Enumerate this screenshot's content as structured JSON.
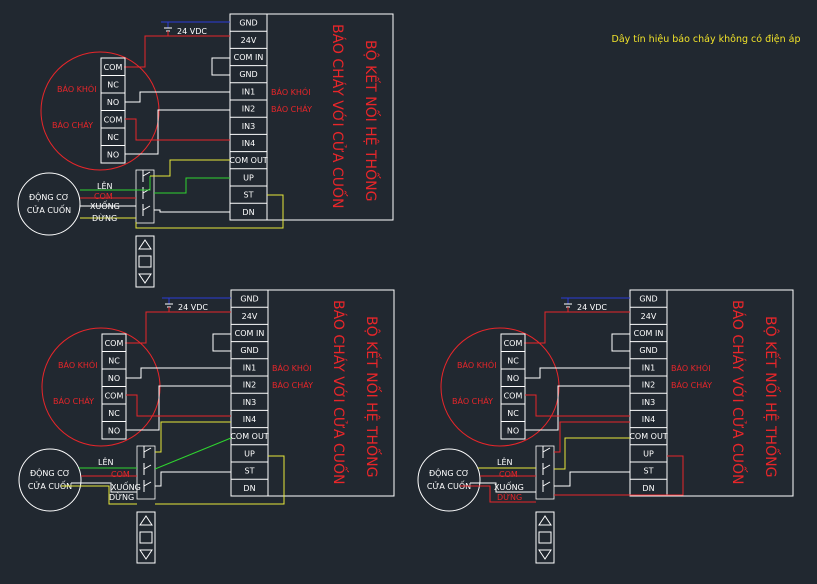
{
  "title": "Dây tín hiệu báo cháy không có điện áp",
  "colors": {
    "background": "#212830",
    "wire_white": "#ffffff",
    "wire_red": "#e8262a",
    "wire_yellow": "#e8e83a",
    "wire_green": "#2fd52f",
    "wire_blue": "#2a3dd6",
    "title": "#f0e22a"
  },
  "labels": {
    "supply": "24 VDC",
    "terminals": [
      "GND",
      "24V",
      "COM IN",
      "GND",
      "IN1",
      "IN2",
      "IN3",
      "IN4",
      "COM OUT",
      "UP",
      "ST",
      "DN"
    ],
    "in1_signal": "BÁO KHÓI",
    "in2_signal": "BÁO CHÁY",
    "module_line1": "BỘ KẾT NỐI HỆ THỐNG",
    "module_line2": "BÁO CHÁY VỚI CỬA CUỐN",
    "smoke": "BÁO KHÓI",
    "fire": "BÁO CHÁY",
    "contacts": [
      "COM",
      "NC",
      "NO",
      "COM",
      "NC",
      "NO"
    ],
    "motor_line1": "ĐỘNG CƠ",
    "motor_line2": "CỬA CUỐN",
    "up": "LÊN",
    "com": "COM",
    "down": "XUỐNG",
    "stop": "DỪNG"
  }
}
